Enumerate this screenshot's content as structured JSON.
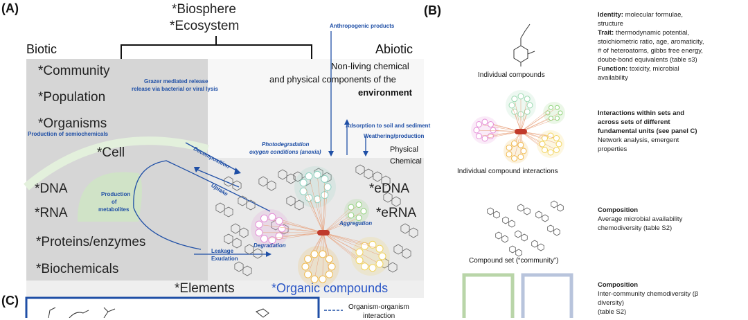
{
  "panel_a": {
    "label": "(A)",
    "biosphere": "*Biosphere",
    "ecosystem": "*Ecosystem",
    "biotic": "Biotic",
    "abiotic": "Abiotic",
    "biotic_levels": [
      "*Community",
      "*Population",
      "*Organisms"
    ],
    "cell": "*Cell",
    "molecules": [
      "*DNA",
      "*RNA",
      "*Proteins/enzymes",
      "*Biochemicals"
    ],
    "elements": "*Elements",
    "organic_compounds": "*Organic compounds",
    "edna": "*eDNA",
    "erna": "*eRNA",
    "nonliving_line1": "Non-living chemical",
    "nonliving_line2": "and physical components of the",
    "nonliving_line3": "environment",
    "physical": "Physical",
    "chemical": "Chemical",
    "notes": {
      "anthropogenic": "Anthropogenic products",
      "grazer_line1": "Grazer mediated release",
      "grazer_line2": "release via bacterial or viral lysis",
      "semiochemicals": "Production of semiochemicals",
      "decomposition": "Decomposition",
      "photodegradation_line1": "Photodegradation",
      "photodegradation_line2": "oxygen conditions (anoxia)",
      "adsorption": "Adsorption to soil and sediment",
      "weathering": "Weathering/production",
      "uptake": "Uptake",
      "production_metabolites_1": "Production",
      "production_metabolites_2": "of",
      "production_metabolites_3": "metabolites",
      "aggregation": "Aggregation",
      "degradation": "Degradation",
      "leakage": "Leakage",
      "exudation": "Exudation"
    }
  },
  "panel_b": {
    "label": "(B)",
    "captions": [
      "Individual compounds",
      "Individual compound interactions",
      "Compound set (“community”)"
    ],
    "row1": {
      "identity_label": "Identity:",
      "identity_text": "molecular formulae,",
      "identity_text2": "structure",
      "trait_label": "Trait:",
      "trait_text": "thermodynamic potential,",
      "trait_lines": [
        "stoichiometric ratio, age, aromaticity,",
        "# of heteroatoms, gibbs free energy,",
        "doube-bond equivalents (table s3)"
      ],
      "function_label": "Function:",
      "function_text": "toxicity, microbial",
      "function_text2": "availability"
    },
    "row2": {
      "bold_lines": [
        "Interactions within sets and",
        "across sets of different",
        "fundamental units (see panel C)"
      ],
      "lines": [
        "Network analysis, emergent",
        "properties"
      ]
    },
    "row3": {
      "title": "Composition",
      "lines": [
        "Average microbial availability",
        "chemodiversity (table S2)"
      ]
    },
    "row4": {
      "title": "Composition",
      "lines": [
        "Inter-community chemodiversity (β",
        "diversity)",
        "(table S2)"
      ]
    }
  },
  "panel_c": {
    "label": "(C)",
    "legend_line1": "Organism-organism",
    "legend_line2": "interaction"
  },
  "colors": {
    "biotic_bg": "#d6d6d6",
    "abiotic_bg": "#ececec",
    "cell_membrane": "#d9ecd0",
    "arrow_blue": "#1f4fa6",
    "organic_blue": "#2a56c6",
    "hub_red": "#c0392b"
  }
}
